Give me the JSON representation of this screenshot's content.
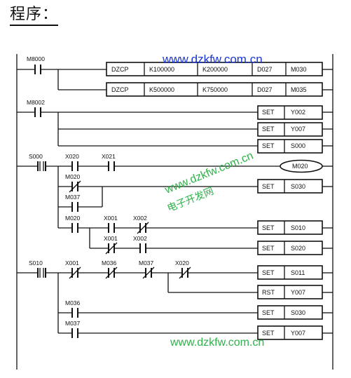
{
  "heading": "程序：",
  "contacts": {
    "m8000": "M8000",
    "m8002": "M8002",
    "s000": "S000",
    "x020_a": "X020",
    "x021": "X021",
    "m020_a": "M020",
    "m037_a": "M037",
    "m020_b": "M020",
    "x001_a": "X001",
    "x002_a": "X002",
    "x001_b": "X001",
    "x002_b": "X002",
    "s010": "S010",
    "x001_c": "X001",
    "m036_a": "M036",
    "m037_b": "M037",
    "x020_b": "X020",
    "m036_b": "M036",
    "m037_c": "M037"
  },
  "instructions": {
    "zcp1": [
      "DZCP",
      "K100000",
      "K200000",
      "D027",
      "M030"
    ],
    "zcp2": [
      "DZCP",
      "K500000",
      "K750000",
      "D027",
      "M035"
    ],
    "set_y002": [
      "SET",
      "Y002"
    ],
    "set_y007": [
      "SET",
      "Y007"
    ],
    "set_s000": [
      "SET",
      "S000"
    ],
    "coil_m020": "M020",
    "set_s030_a": [
      "SET",
      "S030"
    ],
    "set_s010": [
      "SET",
      "S010"
    ],
    "set_s020": [
      "SET",
      "S020"
    ],
    "set_s011": [
      "SET",
      "S011"
    ],
    "rst_y007": [
      "RST",
      "Y007"
    ],
    "set_s030_b": [
      "SET",
      "S030"
    ],
    "set_y007_b": [
      "SET",
      "Y007"
    ]
  },
  "watermarks": {
    "url_top": "www.dzkfw.com.cn",
    "url_mid": "www.dzkfw.com.cn",
    "cn_mid": "电子开发网",
    "url_bottom": "www.dzkfw.com.cn"
  },
  "colors": {
    "line": "#111111",
    "watermark_blue": "#1a35d8",
    "watermark_green": "#2fb24a"
  }
}
